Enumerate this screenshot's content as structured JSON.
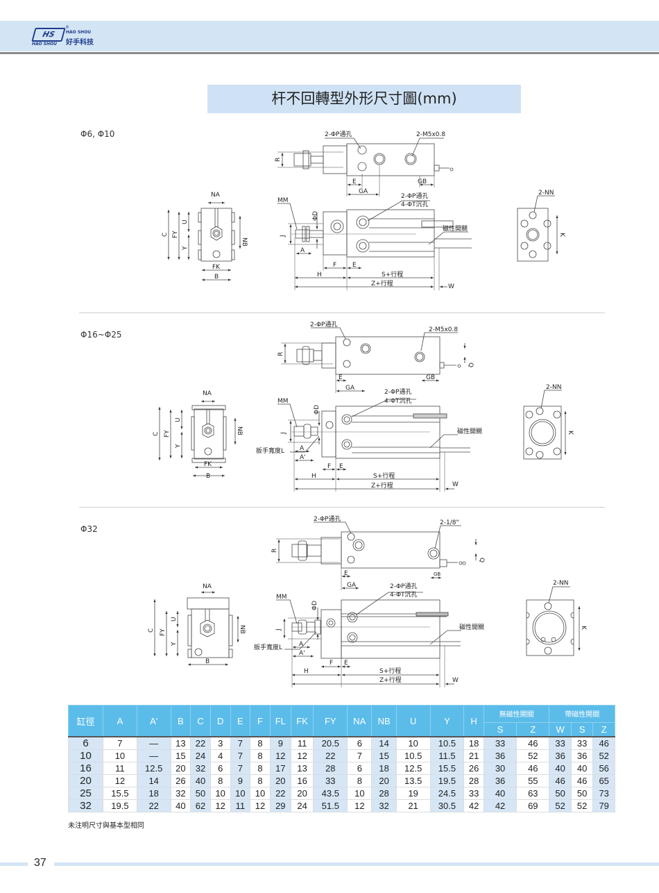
{
  "header": {
    "logo_mark": "HS",
    "logo_sub": "HAO SHOU",
    "logo_en": "HAO SHOU",
    "logo_cn": "好手科技",
    "registered": "®"
  },
  "title": "杆不回轉型外形尺寸圖(mm)",
  "sections": [
    {
      "label": "Φ6, Φ10",
      "top_view": {
        "hole_label": "2-ΦP通孔",
        "port_label": "2-M5x0.8",
        "dims": [
          "R",
          "E",
          "GA",
          "GB"
        ]
      },
      "front_view": {
        "hole_label_1": "2-ΦP通孔",
        "hole_label_2": "4-ΦT沉孔",
        "switch_label": "磁性開關",
        "dims": [
          "MM",
          "ΦD",
          "J",
          "A",
          "F",
          "E",
          "H",
          "S+行程",
          "Z+行程",
          "W"
        ]
      },
      "end_view": {
        "dims": [
          "NA",
          "C",
          "FY",
          "U",
          "Y",
          "NB",
          "FK",
          "B"
        ]
      },
      "rear_view": {
        "hole_label": "2-NN",
        "dims": [
          "K"
        ]
      }
    },
    {
      "label": "Φ16~Φ25",
      "top_view": {
        "hole_label": "2-ΦP通孔",
        "port_label": "2-M5x0.8",
        "dims": [
          "R",
          "Q",
          "E",
          "GA",
          "GB"
        ]
      },
      "front_view": {
        "hole_label_1": "2-ΦP通孔",
        "hole_label_2": "4-ΦT沉孔",
        "switch_label": "磁性開關",
        "wrench_label": "扳手寬度L",
        "dims": [
          "MM",
          "ΦD",
          "J",
          "A",
          "A'",
          "F",
          "E",
          "H",
          "S+行程",
          "Z+行程",
          "W"
        ]
      },
      "end_view": {
        "dims": [
          "NA",
          "C",
          "FY",
          "U",
          "Y",
          "NB",
          "FK",
          "B"
        ]
      },
      "rear_view": {
        "hole_label": "2-NN",
        "dims": [
          "K"
        ]
      }
    },
    {
      "label": "Φ32",
      "top_view": {
        "hole_label": "2-ΦP通孔",
        "port_label": "2-1/8\"",
        "dims": [
          "R",
          "Q",
          "E",
          "GA",
          "GB"
        ]
      },
      "front_view": {
        "hole_label_1": "2-ΦP通孔",
        "hole_label_2": "4-ΦT沉孔",
        "switch_label": "磁性開關",
        "wrench_label": "扳手寬度L",
        "dims": [
          "MM",
          "ΦD",
          "J",
          "A",
          "A'",
          "F",
          "E",
          "H",
          "S+行程",
          "Z+行程",
          "W"
        ]
      },
      "end_view": {
        "dims": [
          "NA",
          "C",
          "FY",
          "U",
          "Y",
          "NB",
          "B"
        ]
      },
      "rear_view": {
        "hole_label": "2-NN",
        "dims": [
          "K"
        ]
      }
    }
  ],
  "table": {
    "headers": [
      "缸徑",
      "A",
      "A'",
      "B",
      "C",
      "D",
      "E",
      "F",
      "FL",
      "FK",
      "FY",
      "NA",
      "NB",
      "U",
      "Y",
      "H"
    ],
    "group_no_switch": "無磁性開關",
    "group_switch": "帶磁性開關",
    "sub_no_switch": [
      "S",
      "Z"
    ],
    "sub_switch": [
      "W",
      "S",
      "Z"
    ],
    "rows": [
      [
        "6",
        "7",
        "—",
        "13",
        "22",
        "3",
        "7",
        "8",
        "9",
        "11",
        "20.5",
        "6",
        "14",
        "10",
        "10.5",
        "18",
        "33",
        "46",
        "33",
        "33",
        "46"
      ],
      [
        "10",
        "10",
        "—",
        "15",
        "24",
        "4",
        "7",
        "8",
        "12",
        "12",
        "22",
        "7",
        "15",
        "10.5",
        "11.5",
        "21",
        "36",
        "52",
        "36",
        "36",
        "52"
      ],
      [
        "16",
        "11",
        "12.5",
        "20",
        "32",
        "6",
        "7",
        "8",
        "17",
        "13",
        "28",
        "6",
        "18",
        "12.5",
        "15.5",
        "26",
        "30",
        "46",
        "40",
        "40",
        "56"
      ],
      [
        "20",
        "12",
        "14",
        "26",
        "40",
        "8",
        "9",
        "8",
        "20",
        "16",
        "33",
        "8",
        "20",
        "13.5",
        "19.5",
        "28",
        "36",
        "55",
        "46",
        "46",
        "65"
      ],
      [
        "25",
        "15.5",
        "18",
        "32",
        "50",
        "10",
        "10",
        "10",
        "22",
        "20",
        "43.5",
        "10",
        "28",
        "19",
        "24.5",
        "33",
        "40",
        "63",
        "50",
        "50",
        "73"
      ],
      [
        "32",
        "19.5",
        "22",
        "40",
        "62",
        "12",
        "11",
        "12",
        "29",
        "24",
        "51.5",
        "12",
        "32",
        "21",
        "30.5",
        "42",
        "42",
        "69",
        "52",
        "52",
        "79"
      ]
    ]
  },
  "note": "未注明尺寸與基本型相同",
  "page_number": "37",
  "colors": {
    "header_band": "#d3e5f5",
    "table_header": "#5bbcea",
    "table_shade": "#d6e6f5",
    "brand": "#1f3d8c"
  }
}
